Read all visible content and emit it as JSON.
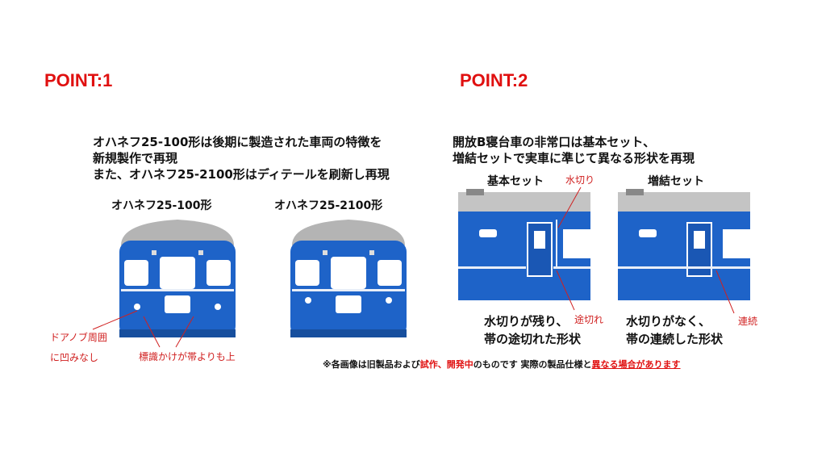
{
  "point1": {
    "title": "POINT:1",
    "lines": [
      "オハネフ25-100形は後期に製造された車両の特徴を",
      "新規製作で再現",
      "また、オハネフ25-2100形はディテールを刷新し再現"
    ],
    "car_left_label": "オハネフ25-100形",
    "car_right_label": "オハネフ25-2100形",
    "anno_door_line1": "ドアノブ周囲",
    "anno_door_line2": "に凹みなし",
    "anno_sign": "標識かけが帯よりも上"
  },
  "point2": {
    "title": "POINT:2",
    "lines": [
      "開放B寝台車の非常口は基本セット、",
      "増結セットで実車に準じて異なる形状を再現"
    ],
    "set_left_label": "基本セット",
    "set_right_label": "増結セット",
    "anno_drip": "水切り",
    "anno_cut": "途切れ",
    "anno_cont": "連続",
    "caption_left_line1": "水切りが残り、",
    "caption_left_line2": "帯の途切れた形状",
    "caption_right_line1": "水切りがなく、",
    "caption_right_line2": "帯の連続した形状"
  },
  "footnote": {
    "part1": "※各画像は旧製品および",
    "part2": "試作、開発中",
    "part3": "のものです 実際の製品仕様と",
    "part4": "異なる場合があります"
  },
  "colors": {
    "accent_red": "#e01010",
    "car_blue": "#1e63c8",
    "roof_grey": "#b4b4b4"
  }
}
